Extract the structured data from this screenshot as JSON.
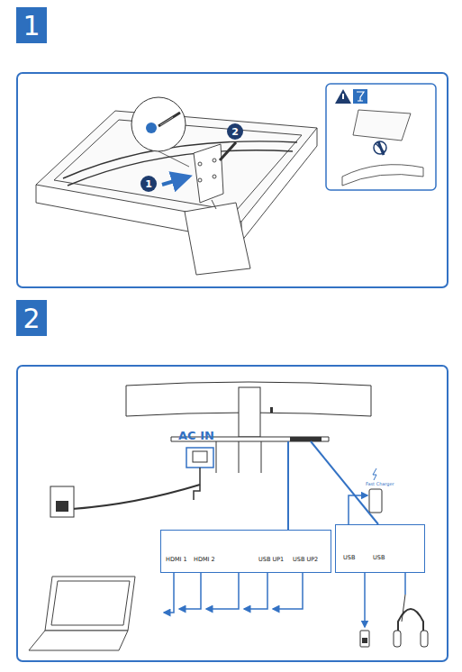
{
  "diagram": {
    "nodes": [
      {
        "text": [
          "1"
        ]
      },
      {
        "text": [
          "1"
        ]
      },
      {
        "text": [
          "2"
        ]
      },
      {
        "text": [
          "2"
        ]
      },
      {
        "text": [
          "HDMI 1",
          "HDMI 2",
          "USB UP1",
          "USB UP2"
        ]
      },
      {
        "text": [
          "USB",
          "USB"
        ]
      }
    ],
    "labels": [
      "AC IN",
      "Fast Charger"
    ]
  }
}
